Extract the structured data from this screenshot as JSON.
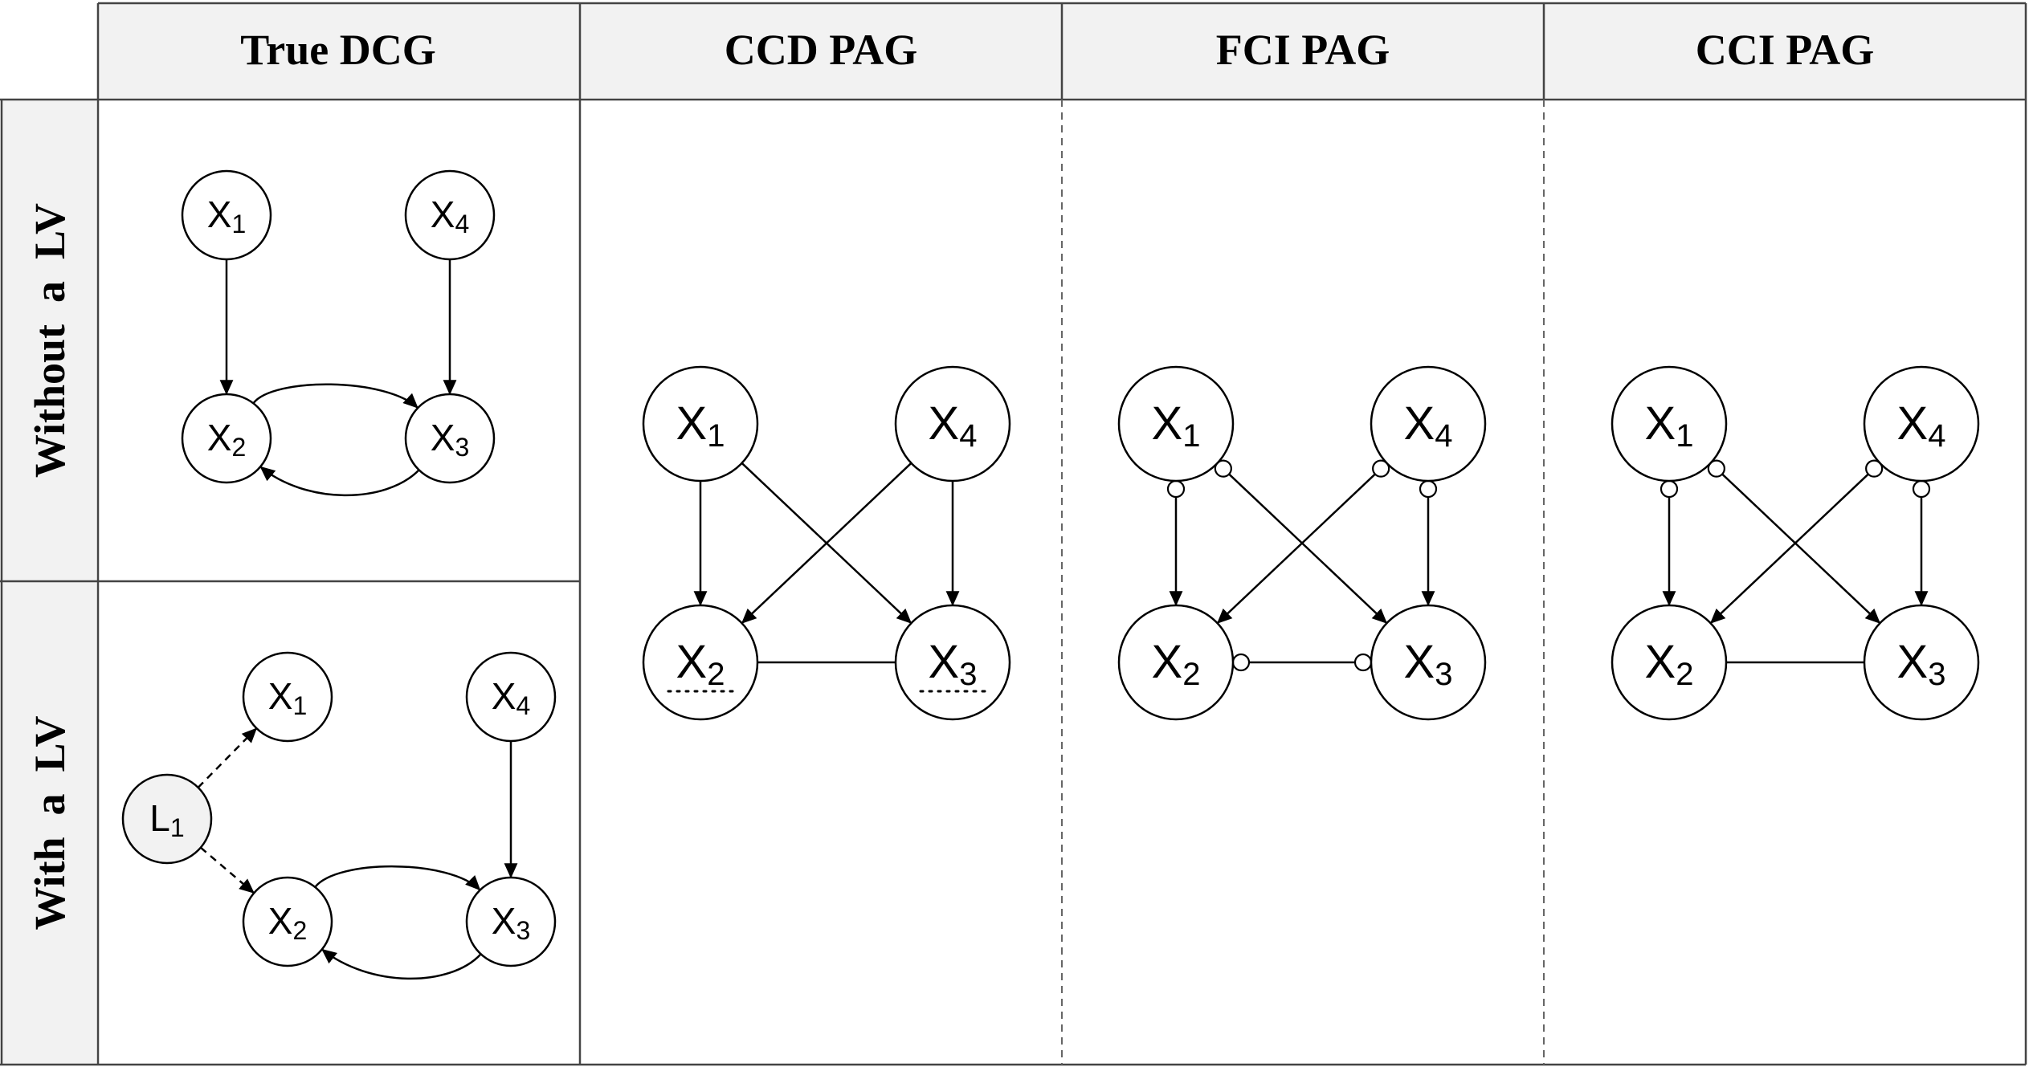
{
  "headers": {
    "columns": [
      "True DCG",
      "CCD PAG",
      "FCI PAG",
      "CCI PAG"
    ],
    "rows": [
      "Without  a  LV",
      "With  a  LV"
    ]
  },
  "nodes": {
    "x1": {
      "base": "X",
      "sub": "1"
    },
    "x2": {
      "base": "X",
      "sub": "2"
    },
    "x3": {
      "base": "X",
      "sub": "3"
    },
    "x4": {
      "base": "X",
      "sub": "4"
    },
    "l1": {
      "base": "L",
      "sub": "1"
    }
  },
  "graphs": [
    {
      "id": "true-dcg-without-lv",
      "edges": [
        {
          "from": "x1",
          "to": "x2",
          "kind": "directed"
        },
        {
          "from": "x4",
          "to": "x3",
          "kind": "directed"
        },
        {
          "from": "x2",
          "to": "x3",
          "kind": "directed-curved"
        },
        {
          "from": "x3",
          "to": "x2",
          "kind": "directed-curved"
        }
      ]
    },
    {
      "id": "true-dcg-with-lv",
      "edges": [
        {
          "from": "l1",
          "to": "x1",
          "kind": "latent-dashed"
        },
        {
          "from": "l1",
          "to": "x2",
          "kind": "latent-dashed"
        },
        {
          "from": "x4",
          "to": "x3",
          "kind": "directed"
        },
        {
          "from": "x2",
          "to": "x3",
          "kind": "directed-curved"
        },
        {
          "from": "x3",
          "to": "x2",
          "kind": "directed-curved"
        }
      ]
    },
    {
      "id": "ccd-pag",
      "underlined_nodes": [
        "x2",
        "x3"
      ],
      "edges": [
        {
          "from": "x1",
          "to": "x2",
          "tail": "tail",
          "head": "arrow"
        },
        {
          "from": "x1",
          "to": "x3",
          "tail": "tail",
          "head": "arrow"
        },
        {
          "from": "x4",
          "to": "x2",
          "tail": "tail",
          "head": "arrow"
        },
        {
          "from": "x4",
          "to": "x3",
          "tail": "tail",
          "head": "arrow"
        },
        {
          "from": "x2",
          "to": "x3",
          "tail": "tail",
          "head": "tail"
        }
      ]
    },
    {
      "id": "fci-pag",
      "edges": [
        {
          "from": "x1",
          "to": "x2",
          "tail": "circle",
          "head": "arrow"
        },
        {
          "from": "x1",
          "to": "x3",
          "tail": "circle",
          "head": "arrow"
        },
        {
          "from": "x4",
          "to": "x2",
          "tail": "circle",
          "head": "arrow"
        },
        {
          "from": "x4",
          "to": "x3",
          "tail": "circle",
          "head": "arrow"
        },
        {
          "from": "x2",
          "to": "x3",
          "tail": "circle",
          "head": "circle"
        }
      ]
    },
    {
      "id": "cci-pag",
      "edges": [
        {
          "from": "x1",
          "to": "x2",
          "tail": "circle",
          "head": "arrow"
        },
        {
          "from": "x1",
          "to": "x3",
          "tail": "circle",
          "head": "arrow"
        },
        {
          "from": "x4",
          "to": "x2",
          "tail": "circle",
          "head": "arrow"
        },
        {
          "from": "x4",
          "to": "x3",
          "tail": "circle",
          "head": "arrow"
        },
        {
          "from": "x2",
          "to": "x3",
          "tail": "tail",
          "head": "tail"
        }
      ]
    }
  ]
}
